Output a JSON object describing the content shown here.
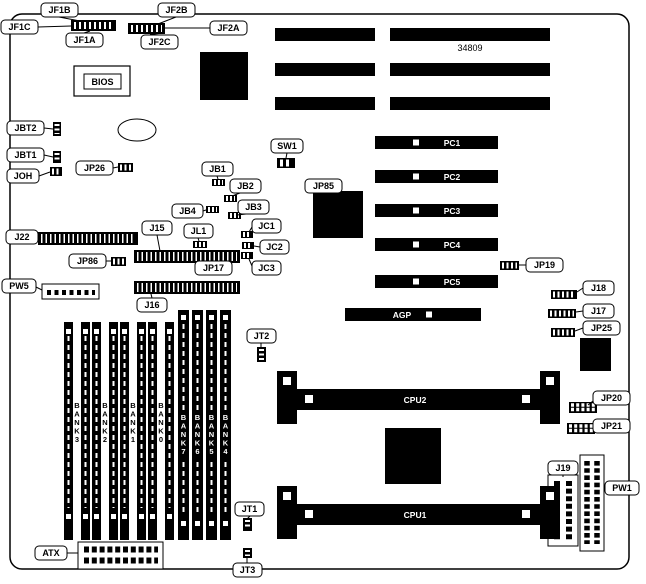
{
  "board": {
    "part_number": "34809",
    "bios_label": "BIOS"
  },
  "callouts": {
    "jf1b": "JF1B",
    "jf2b": "JF2B",
    "jf1c": "JF1C",
    "jf1a": "JF1A",
    "jf2c": "JF2C",
    "jf2a": "JF2A",
    "jbt2": "JBT2",
    "jbt1": "JBT1",
    "joh": "JOH",
    "jp26": "JP26",
    "jb1": "JB1",
    "jb2": "JB2",
    "jb3": "JB3",
    "jb4": "JB4",
    "sw1": "SW1",
    "jp85": "JP85",
    "j22": "J22",
    "j15": "J15",
    "jl1": "JL1",
    "jc1": "JC1",
    "jc2": "JC2",
    "jc3": "JC3",
    "jp17": "JP17",
    "jp86": "JP86",
    "pw5": "PW5",
    "j16": "J16",
    "jt1": "JT1",
    "jt2": "JT2",
    "jt3": "JT3",
    "jp19": "JP19",
    "j18": "J18",
    "j17": "J17",
    "jp25": "JP25",
    "jp20": "JP20",
    "jp21": "JP21",
    "j19": "J19",
    "pw1": "PW1",
    "atx": "ATX"
  },
  "slots": {
    "pci": [
      "PC1",
      "PC2",
      "PC3",
      "PC4",
      "PC5"
    ],
    "agp": "AGP",
    "cpu1": "CPU1",
    "cpu2": "CPU2"
  },
  "banks": {
    "group1": [
      "BANK3",
      "BANK2",
      "BANK1",
      "BANK0"
    ],
    "group2": [
      "BANK7",
      "BANK6",
      "BANK5",
      "BANK4"
    ]
  }
}
